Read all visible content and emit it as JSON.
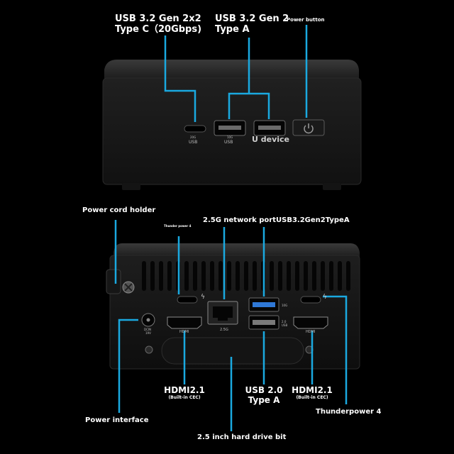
{
  "colors": {
    "background": "#000000",
    "callout_line": "#1aa9e0",
    "device_body": "#1c1c1c",
    "text": "#ffffff",
    "usb3_blue": "#2f78d6"
  },
  "callouts": {
    "top_usbc": "USB 3.2 Gen 2x2\nType C（20Gbps)",
    "top_usba": "USB 3.2 Gen 2\nType A",
    "power_button": "Power button",
    "power_cord_holder": "Power cord holder",
    "thunderpower_small": "Thunder power 4",
    "network_port": "2.5G network port",
    "usb_gen2_typea": "USB3.2Gen2TypeA",
    "hdmi_left": "HDMI2.1",
    "hdmi_left_sub": "(Built-in CEC)",
    "usb20": "USB 2.0\nType A",
    "hdmi_right": "HDMI2.1",
    "hdmi_right_sub": "(Built-in CEC)",
    "thunderpower4": "Thunderpower 4",
    "power_interface": "Power interface",
    "hdd_bit": "2.5 inch hard drive bit"
  },
  "device_markings": {
    "front_usbc_small": "20G",
    "front_usbc": "USB",
    "front_usba1_small": "10G",
    "front_usba1": "USB",
    "front_usba2": "U device",
    "rear_hdmi_left": "HDMI",
    "rear_lan": "2.5G",
    "rear_usba_small": "10G",
    "rear_usb2_small": "2.0",
    "rear_usb2": "USB",
    "rear_hdmi_right": "HDMI",
    "rear_dc_top": "DCIN",
    "rear_dc_bottom": "19V"
  },
  "icons": [
    "power-icon",
    "thunderbolt-icon",
    "usb-icon",
    "hdmi-port",
    "rj45-port"
  ]
}
